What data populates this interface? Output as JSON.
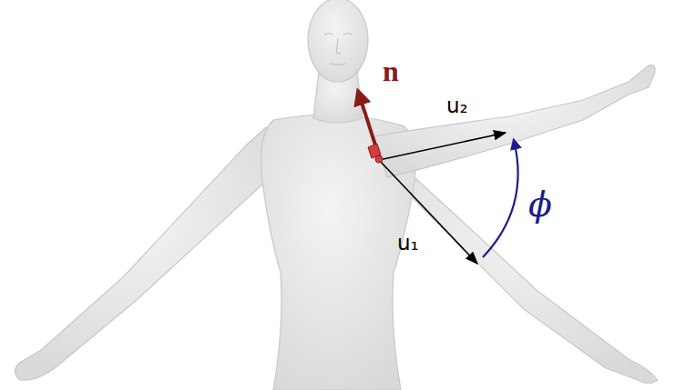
{
  "diagram": {
    "labels": [
      "n",
      "u₂",
      "u₁",
      "ϕ"
    ]
  }
}
